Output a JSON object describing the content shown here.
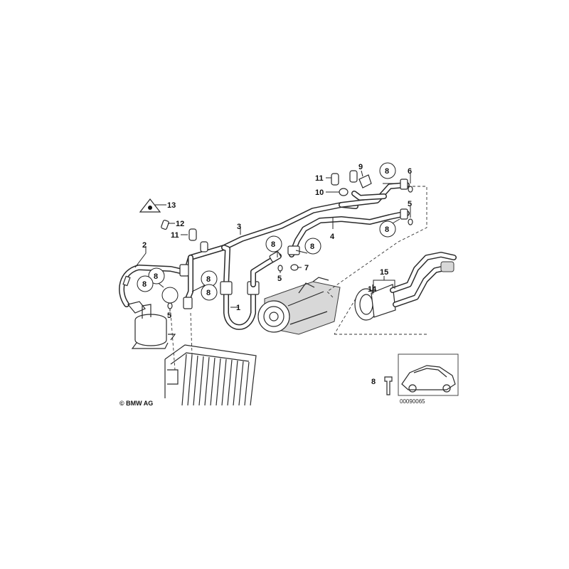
{
  "callouts": {
    "c1": "1",
    "c2": "2",
    "c3": "3",
    "c4": "4",
    "c5a": "5",
    "c5b": "5",
    "c5c": "5",
    "c6": "6",
    "c7": "7",
    "c8a": "8",
    "c8b": "8",
    "c8c": "8",
    "c8d": "8",
    "c8e": "8",
    "c8f": "8",
    "c8g": "8",
    "c8h": "8",
    "c8i": "8",
    "c9": "9",
    "c10": "10",
    "c11a": "11",
    "c11b": "11",
    "c12": "12",
    "c13": "13",
    "c14": "14",
    "c15": "15"
  },
  "copyright": "© BMW AG",
  "diagram_code": "00090065",
  "colors": {
    "line": "#2a2a2a",
    "background": "#ffffff",
    "shade": "#d8d8d8"
  }
}
